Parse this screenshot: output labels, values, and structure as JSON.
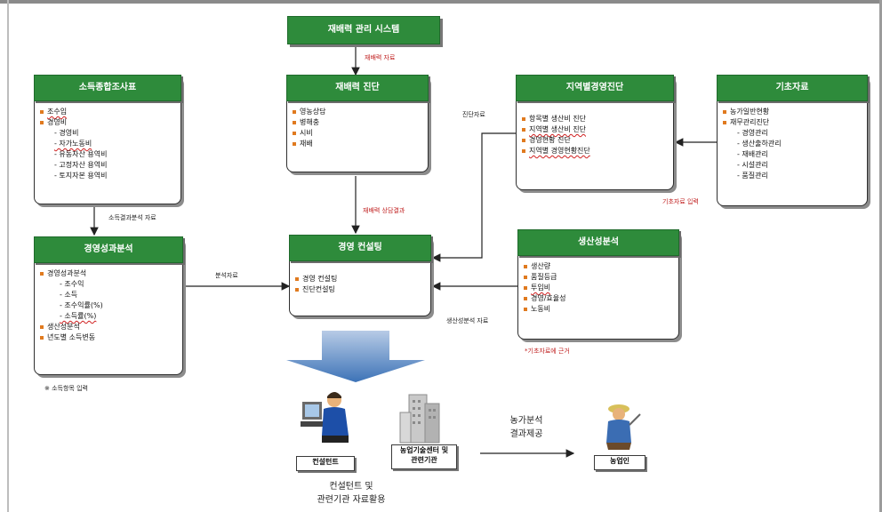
{
  "top_system": "재배력 관리 시스템",
  "farm_calendar_box": {
    "title": "재배력 진단",
    "items": [
      "영농상담",
      "병해충",
      "시비",
      "재배"
    ]
  },
  "income_box": {
    "title": "소득종합조사표",
    "items": [
      {
        "text": "조수입",
        "bullet": true
      },
      {
        "text": "경영비",
        "bullet": true
      },
      {
        "text": "- 경영비",
        "bullet": false
      },
      {
        "text": "- 자가노동비",
        "bullet": false
      },
      {
        "text": "- 유동자산 용역비",
        "bullet": false
      },
      {
        "text": "- 고정자산 용역비",
        "bullet": false
      },
      {
        "text": "- 토지자본 용역비",
        "bullet": false
      }
    ]
  },
  "performance_box": {
    "title": "경영성과분석",
    "items": [
      {
        "text": "경영성과분석",
        "level": 0
      },
      {
        "text": "- 조수익",
        "level": 1
      },
      {
        "text": "- 소득",
        "level": 1
      },
      {
        "text": "- 조수익률(%)",
        "level": 1
      },
      {
        "text": "- 소득률(%)",
        "level": 1
      },
      {
        "text": "생산성분석",
        "level": 0
      },
      {
        "text": "년도별 소득변동",
        "level": 0
      }
    ]
  },
  "region_box": {
    "title": "지역별경영진단",
    "items": [
      "항목별 생산비 진단",
      "지역별 생산비 진단",
      "경영현황 진단",
      "지역별 경영현황진단"
    ]
  },
  "basic_box": {
    "title": "기초자료",
    "items": [
      "농가일반현황",
      "재무관리진단",
      "- 경영관리",
      "- 생산출하관리",
      "- 재배관리",
      "- 시설관리",
      "- 품질관리"
    ]
  },
  "consult_box": {
    "title": "경영 컨설팅",
    "items": [
      "경영 컨설팅",
      "진단컨설팅"
    ]
  },
  "analysis_box": {
    "title": "생산성분석",
    "items": [
      "생산량",
      "품질등급",
      "투입비",
      "경영/효율성",
      "노동비"
    ]
  },
  "labels": {
    "top_arrow": "재배력 자료",
    "income_to_perf": "소득결과분석 자료",
    "perf_to_consult": "분석자료",
    "farm_to_consult": "재배력 상담결과",
    "left_of_region": "진단자료",
    "basic_data": "기초자료 입력",
    "analysis_data": "생산성분석 자료",
    "basis_note": "*기초자료에 근거",
    "income_note": "※ 소득항목 입력"
  },
  "outputs": {
    "consultant": "컨설턴트",
    "agency": "농업기술센터 및\n관련기관",
    "farmer": "농업인",
    "provide_label": "농가분석\n결과제공",
    "bottom_caption": "컨설턴트 및\n관련기관 자료활용"
  }
}
